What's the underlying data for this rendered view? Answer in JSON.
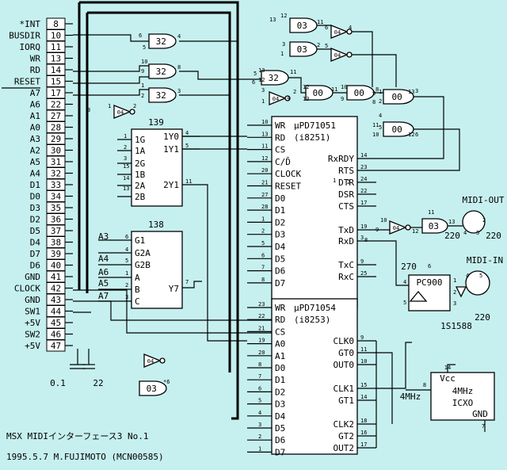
{
  "connector": {
    "signals": [
      "*INT",
      "BUSDIR",
      "IORQ",
      "WR",
      "RD",
      "RESET",
      "A7",
      "A6",
      "A1",
      "A0",
      "A3",
      "A2",
      "A5",
      "A4",
      "D1",
      "D0",
      "D3",
      "D2",
      "D5",
      "D4",
      "D7",
      "D6",
      "GND",
      "CLOCK",
      "GND",
      "SW1",
      "+5V",
      "SW2",
      "+5V"
    ],
    "pins": [
      "8",
      "10",
      "11",
      "13",
      "14",
      "15",
      "17",
      "22",
      "27",
      "28",
      "29",
      "30",
      "31",
      "32",
      "33",
      "34",
      "35",
      "36",
      "37",
      "38",
      "39",
      "40",
      "41",
      "42",
      "43",
      "44",
      "45",
      "46",
      "47"
    ]
  },
  "ic_139": {
    "title": "139",
    "left_labels": [
      "1G",
      "1A",
      "1B",
      "2G",
      "2A",
      "2B"
    ],
    "right_labels": [
      "1Y0",
      "1Y1",
      "2Y1"
    ],
    "pins": [
      "1",
      "2",
      "3",
      "15",
      "14",
      "13",
      "4",
      "5",
      "11"
    ]
  },
  "ic_138": {
    "title": "138",
    "left_labels": [
      "G1",
      "G2A",
      "G2B",
      "A",
      "B",
      "C"
    ],
    "right_label": "Y7",
    "pins": [
      "6",
      "4",
      "5",
      "1",
      "2",
      "3",
      "7"
    ],
    "input_names": [
      "A3",
      "A4",
      "A6",
      "A5",
      "A7"
    ]
  },
  "ic_8251": {
    "title": "µPD71051",
    "subtitle": "(i8251)",
    "left_labels": [
      "WR",
      "RD",
      "CS",
      "C/D̄",
      "CLOCK",
      "RESET",
      "D0",
      "D1",
      "D2",
      "D3",
      "D4",
      "D5",
      "D6",
      "D7"
    ],
    "left_pins": [
      "10",
      "13",
      "11",
      "12",
      "20",
      "21",
      "27",
      "28",
      "1",
      "2",
      "5",
      "6",
      "7",
      "8"
    ],
    "right_labels": [
      "RxRDY",
      "RTS",
      "DTR",
      "DSR",
      "CTS",
      "TxD",
      "RxD",
      "TxC",
      "RxC"
    ],
    "right_pins": [
      "14",
      "23",
      "24",
      "22",
      "17",
      "19",
      "3",
      "9",
      "25"
    ]
  },
  "ic_8253": {
    "title": "µPD71054",
    "subtitle": "(i8253)",
    "left_labels": [
      "WR",
      "RD",
      "CS",
      "A0",
      "A1",
      "D0",
      "D1",
      "D2",
      "D3",
      "D4",
      "D5",
      "D6",
      "D7"
    ],
    "left_pins": [
      "23",
      "22",
      "21",
      "19",
      "20",
      "8",
      "7",
      "6",
      "5",
      "4",
      "3",
      "2",
      "1"
    ],
    "right_labels": [
      "CLK0",
      "GT0",
      "OUT0",
      "CLK1",
      "GT1",
      "CLK2",
      "GT2",
      "OUT2"
    ],
    "right_pins": [
      "9",
      "11",
      "10",
      "15",
      "14",
      "18",
      "16",
      "17"
    ]
  },
  "oscillator": {
    "labels": [
      "Vcc",
      "4MHz",
      "ICXO",
      "GND"
    ],
    "pins": [
      "14",
      "8",
      "7"
    ],
    "freq_label": "4MHz"
  },
  "optocoupler": {
    "title": "PC900",
    "pins": [
      "4",
      "5",
      "6",
      "1",
      "2",
      "3"
    ]
  },
  "gates": {
    "g32": [
      "32",
      "32",
      "32",
      "32"
    ],
    "g00": [
      "00",
      "00",
      "00",
      "00"
    ],
    "g03": [
      "03",
      "03",
      "03",
      "03"
    ],
    "g04": [
      "04",
      "04",
      "04",
      "04",
      "04"
    ]
  },
  "gate_pins": [
    "6",
    "5",
    "4",
    "10",
    "9",
    "8",
    "1",
    "2",
    "3",
    "13",
    "12",
    "11",
    "3",
    "1",
    "2",
    "6",
    "5",
    "4",
    "13",
    "12",
    "11",
    "3",
    "1",
    "2",
    "12",
    "13",
    "11",
    "10",
    "9",
    "8",
    "1",
    "2",
    "3",
    "4",
    "5",
    "6",
    "8",
    "10",
    "9",
    "11",
    "13",
    "12",
    "3",
    "1",
    "2",
    "5",
    "6",
    "4",
    "1",
    "2",
    "9",
    "8",
    "11",
    "10",
    "13",
    "12"
  ],
  "midi_out": {
    "label": "MIDI-OUT",
    "resistors": [
      "220",
      "220"
    ],
    "pins": [
      "4",
      "5",
      "2"
    ]
  },
  "midi_in": {
    "label": "MIDI-IN",
    "resistor": "220",
    "resistor2": "270",
    "diode": "1S1588",
    "pins": [
      "4",
      "5"
    ]
  },
  "caps": [
    "0.1",
    "22"
  ],
  "legend": {
    "gate_labels": [
      "04",
      "03"
    ],
    "asterisk": "*6"
  },
  "footer": {
    "line1": "MSX  MIDIインターフェース3  No.1",
    "line2": "1995.5.7 M.FUJIMOTO (MCN00585)"
  }
}
